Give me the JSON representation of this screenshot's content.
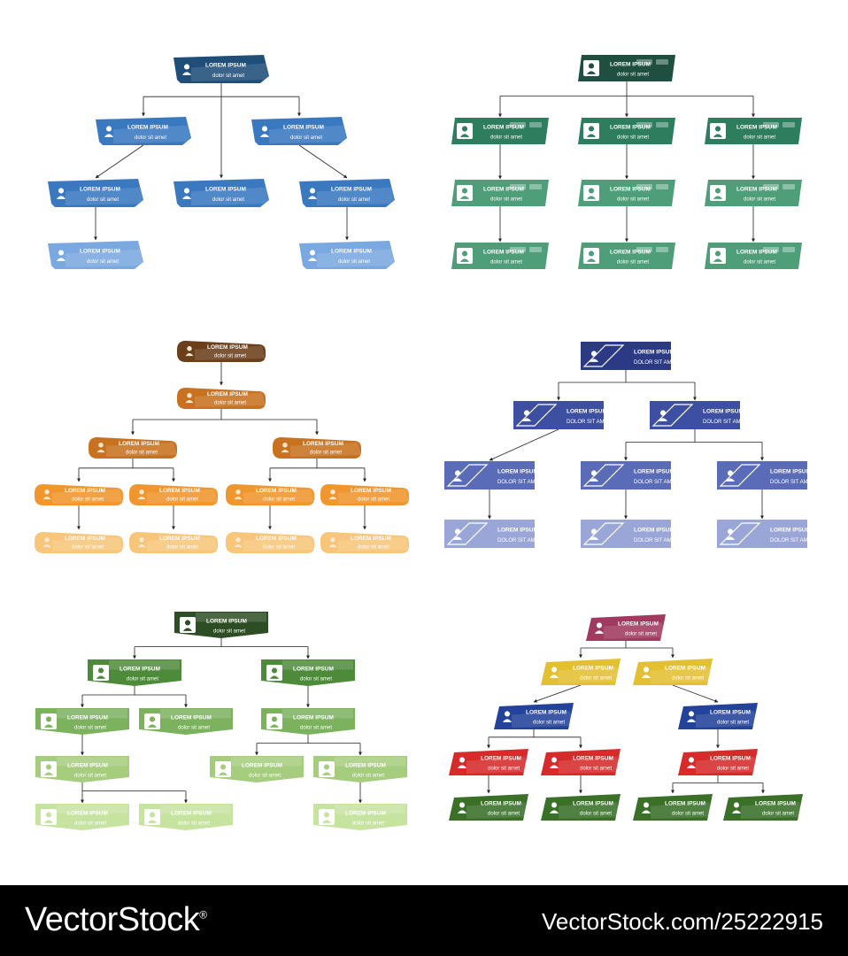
{
  "labels": {
    "title": "LOREM IPSUM",
    "subtitle": "dolor sit amet"
  },
  "watermark": {
    "brand": "VectorStock",
    "brand_mark": "®",
    "url": "VectorStock.com/25222915"
  },
  "colors": {
    "blue_dark": "#1f4e79",
    "blue": "#3a78c0",
    "blue_light": "#7aa8e0",
    "teal_dark": "#1f4f3f",
    "teal": "#2e7d5e",
    "teal_light": "#4f9e7a",
    "brown": "#6b3f1a",
    "orange_dark": "#c8711f",
    "orange": "#f0962e",
    "orange_mid": "#f5a748",
    "orange_light": "#f8c67a",
    "navy": "#2c3a86",
    "navy_mid": "#3d4fa0",
    "navy_light": "#5a6cb8",
    "navy_pale": "#9aa6d8",
    "green_dark": "#2d4d24",
    "green": "#4d8a3a",
    "green_mid": "#7cb15e",
    "green_light": "#a6cc7e",
    "green_pale": "#c7e3a0",
    "magenta": "#a03a5f",
    "yellow": "#e3c032",
    "royal": "#23439a",
    "red": "#d72b2b",
    "forest": "#3a7028",
    "icon_light": "#ffffff",
    "icon_cream": "#f6e7cf",
    "line": "#222222"
  },
  "charts": [
    {
      "id": "blue-chart",
      "shape": "slant",
      "nodes": [
        {
          "id": "b1",
          "c": "blue_dark"
        },
        {
          "id": "b2",
          "c": "blue",
          "parent": "b1"
        },
        {
          "id": "b3",
          "c": "blue",
          "parent": "b1"
        },
        {
          "id": "b4",
          "c": "blue",
          "parent": "b1"
        },
        {
          "id": "b5",
          "c": "blue",
          "parent": "b2"
        },
        {
          "id": "b6",
          "c": "blue",
          "parent": "b4"
        },
        {
          "id": "b7",
          "c": "blue_light",
          "parent": "b5"
        },
        {
          "id": "b8",
          "c": "blue_light",
          "parent": "b6"
        }
      ]
    },
    {
      "id": "teal-chart",
      "shape": "para",
      "nodes": [
        {
          "id": "t1",
          "c": "teal_dark"
        },
        {
          "id": "t2",
          "c": "teal",
          "parent": "t1"
        },
        {
          "id": "t3",
          "c": "teal",
          "parent": "t1"
        },
        {
          "id": "t4",
          "c": "teal",
          "parent": "t1"
        },
        {
          "id": "t5",
          "c": "teal_light",
          "parent": "t2"
        },
        {
          "id": "t6",
          "c": "teal_light",
          "parent": "t3"
        },
        {
          "id": "t7",
          "c": "teal_light",
          "parent": "t4"
        },
        {
          "id": "t8",
          "c": "teal_light",
          "parent": "t5"
        },
        {
          "id": "t9",
          "c": "teal_light",
          "parent": "t6"
        },
        {
          "id": "t10",
          "c": "teal_light",
          "parent": "t7"
        }
      ]
    },
    {
      "id": "orange-chart",
      "shape": "pill",
      "nodes": [
        {
          "id": "o1",
          "c": "brown"
        },
        {
          "id": "o2",
          "c": "orange_dark",
          "parent": "o1"
        },
        {
          "id": "o3",
          "c": "orange_dark",
          "parent": "o2"
        },
        {
          "id": "o4",
          "c": "orange_dark",
          "parent": "o2"
        },
        {
          "id": "o5",
          "c": "orange",
          "parent": "o3"
        },
        {
          "id": "o6",
          "c": "orange",
          "parent": "o3"
        },
        {
          "id": "o7",
          "c": "orange",
          "parent": "o4"
        },
        {
          "id": "o8",
          "c": "orange",
          "parent": "o4"
        },
        {
          "id": "o9",
          "c": "orange_light",
          "parent": "o5"
        },
        {
          "id": "o10",
          "c": "orange_light",
          "parent": "o6"
        },
        {
          "id": "o11",
          "c": "orange_light",
          "parent": "o7"
        },
        {
          "id": "o12",
          "c": "orange_light",
          "parent": "o8"
        }
      ]
    },
    {
      "id": "navy-chart",
      "shape": "flag",
      "nodes": [
        {
          "id": "n1",
          "c": "navy"
        },
        {
          "id": "n2",
          "c": "navy_mid",
          "parent": "n1"
        },
        {
          "id": "n3",
          "c": "navy_mid",
          "parent": "n1"
        },
        {
          "id": "n4",
          "c": "navy_light",
          "parent": "n2"
        },
        {
          "id": "n5",
          "c": "navy_light",
          "parent": "n3"
        },
        {
          "id": "n6",
          "c": "navy_light",
          "parent": "n3"
        },
        {
          "id": "n7",
          "c": "navy_pale",
          "parent": "n4"
        },
        {
          "id": "n8",
          "c": "navy_pale",
          "parent": "n5"
        },
        {
          "id": "n9",
          "c": "navy_pale",
          "parent": "n6"
        }
      ]
    },
    {
      "id": "green-chart",
      "shape": "tab",
      "nodes": [
        {
          "id": "g1",
          "c": "green_dark"
        },
        {
          "id": "g2",
          "c": "green",
          "parent": "g1"
        },
        {
          "id": "g3",
          "c": "green",
          "parent": "g1"
        },
        {
          "id": "g4",
          "c": "green_mid",
          "parent": "g2"
        },
        {
          "id": "g5",
          "c": "green_mid",
          "parent": "g2"
        },
        {
          "id": "g6",
          "c": "green_mid",
          "parent": "g3"
        },
        {
          "id": "g7",
          "c": "green_light",
          "parent": "g4"
        },
        {
          "id": "g8",
          "c": "green_light",
          "parent": "g6"
        },
        {
          "id": "g9",
          "c": "green_light",
          "parent": "g6"
        },
        {
          "id": "g10",
          "c": "green_pale",
          "parent": "g7"
        },
        {
          "id": "g11",
          "c": "green_pale",
          "parent": "g7"
        },
        {
          "id": "g12",
          "c": "green_pale",
          "parent": "g9"
        }
      ]
    },
    {
      "id": "multi-chart",
      "shape": "trap",
      "nodes": [
        {
          "id": "m1",
          "c": "magenta"
        },
        {
          "id": "m2",
          "c": "yellow",
          "parent": "m1"
        },
        {
          "id": "m3",
          "c": "yellow",
          "parent": "m1"
        },
        {
          "id": "m4",
          "c": "royal",
          "parent": "m2"
        },
        {
          "id": "m5",
          "c": "royal",
          "parent": "m3"
        },
        {
          "id": "m6",
          "c": "red",
          "parent": "m4"
        },
        {
          "id": "m7",
          "c": "red",
          "parent": "m4"
        },
        {
          "id": "m8",
          "c": "red",
          "parent": "m5"
        },
        {
          "id": "m9",
          "c": "forest",
          "parent": "m6"
        },
        {
          "id": "m10",
          "c": "forest",
          "parent": "m7"
        },
        {
          "id": "m11",
          "c": "forest",
          "parent": "m8"
        },
        {
          "id": "m12",
          "c": "forest",
          "parent": "m8"
        }
      ]
    }
  ]
}
